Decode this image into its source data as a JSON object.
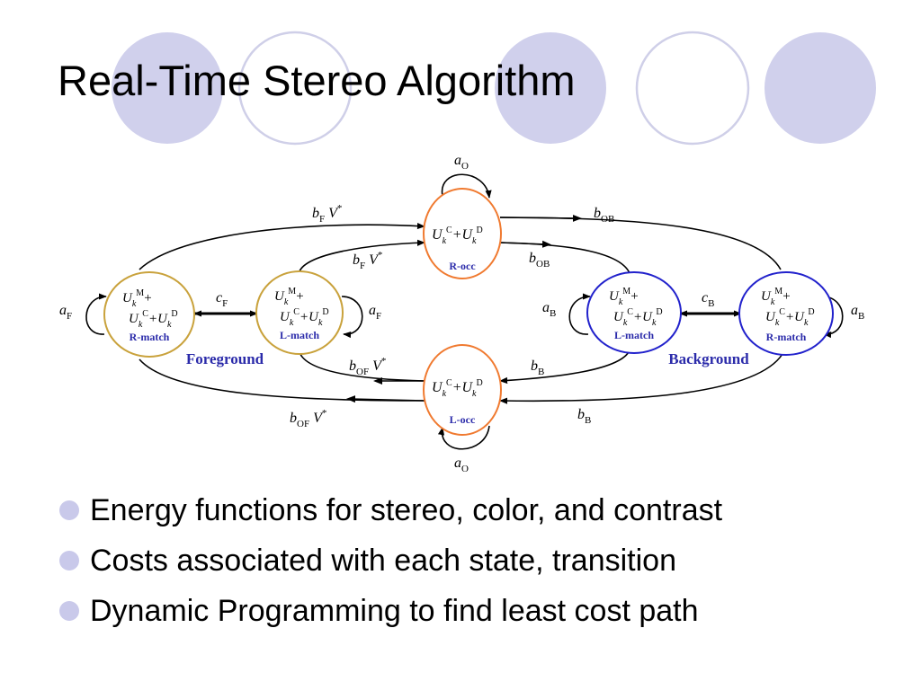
{
  "slide": {
    "title": "Real-Time Stereo Algorithm",
    "bullets": [
      "Energy functions for stereo, color, and contrast",
      "Costs associated with each state, transition",
      "Dynamic Programming to find least cost path"
    ]
  },
  "colors": {
    "decor_fill": "#d0d0ec",
    "decor_outline": "#cfcfe8",
    "foreground_node": "#c9a23c",
    "background_node": "#2222cc",
    "occlusion_node": "#f07a30",
    "label_blue": "#2b2baa"
  },
  "diagram": {
    "nodes": {
      "fg_rmatch": {
        "line1": "U",
        "line1_sub": "k",
        "line1_sup": "M",
        "line1_tail": "+",
        "line2": "U",
        "line2_sub": "k",
        "line2_sup": "C",
        "line2_mid": "+U",
        "line2_sub2": "k",
        "line2_sup2": "D",
        "label": "R-match"
      },
      "fg_lmatch": {
        "line1": "U",
        "line1_sub": "k",
        "line1_sup": "M",
        "line1_tail": "+",
        "line2": "U",
        "line2_sub": "k",
        "line2_sup": "C",
        "line2_mid": "+U",
        "line2_sub2": "k",
        "line2_sup2": "D",
        "label": "L-match"
      },
      "rocc": {
        "line1": "U",
        "line1_sub": "k",
        "line1_sup": "C",
        "line1_mid": "+U",
        "line1_sub2": "k",
        "line1_sup2": "D",
        "label": "R-occ"
      },
      "locc": {
        "line1": "U",
        "line1_sub": "k",
        "line1_sup": "C",
        "line1_mid": "+U",
        "line1_sub2": "k",
        "line1_sup2": "D",
        "label": "L-occ"
      },
      "bg_lmatch": {
        "line1": "U",
        "line1_sub": "k",
        "line1_sup": "M",
        "line1_tail": "+",
        "line2": "U",
        "line2_sub": "k",
        "line2_sup": "C",
        "line2_mid": "+U",
        "line2_sub2": "k",
        "line2_sup2": "D",
        "label": "L-match"
      },
      "bg_rmatch": {
        "line1": "U",
        "line1_sub": "k",
        "line1_sup": "M",
        "line1_tail": "+",
        "line2": "U",
        "line2_sub": "k",
        "line2_sup": "C",
        "line2_mid": "+U",
        "line2_sub2": "k",
        "line2_sup2": "D",
        "label": "R-match"
      }
    },
    "group_labels": {
      "foreground": "Foreground",
      "background": "Background"
    },
    "edge_labels": {
      "ao_top": {
        "base": "a",
        "sub": "O"
      },
      "ao_bottom": {
        "base": "a",
        "sub": "O"
      },
      "bf_outer": {
        "base": "b",
        "sub": "F",
        "tail": " V",
        "sup": "*"
      },
      "bf_inner": {
        "base": "b",
        "sub": "F",
        "tail": " V",
        "sup": "*"
      },
      "bob_outer": {
        "base": "b",
        "sub": "OB"
      },
      "bob_inner": {
        "base": "b",
        "sub": "OB"
      },
      "af_left": {
        "base": "a",
        "sub": "F"
      },
      "af_right": {
        "base": "a",
        "sub": "F"
      },
      "cf": {
        "base": "c",
        "sub": "F"
      },
      "cb": {
        "base": "c",
        "sub": "B"
      },
      "ab_left": {
        "base": "a",
        "sub": "B"
      },
      "ab_right": {
        "base": "a",
        "sub": "B"
      },
      "bof_inner": {
        "base": "b",
        "sub": "OF",
        "tail": " V",
        "sup": "*"
      },
      "bof_outer": {
        "base": "b",
        "sub": "OF",
        "tail": " V",
        "sup": "*"
      },
      "bb_inner": {
        "base": "b",
        "sub": "B"
      },
      "bb_outer": {
        "base": "b",
        "sub": "B"
      }
    }
  }
}
